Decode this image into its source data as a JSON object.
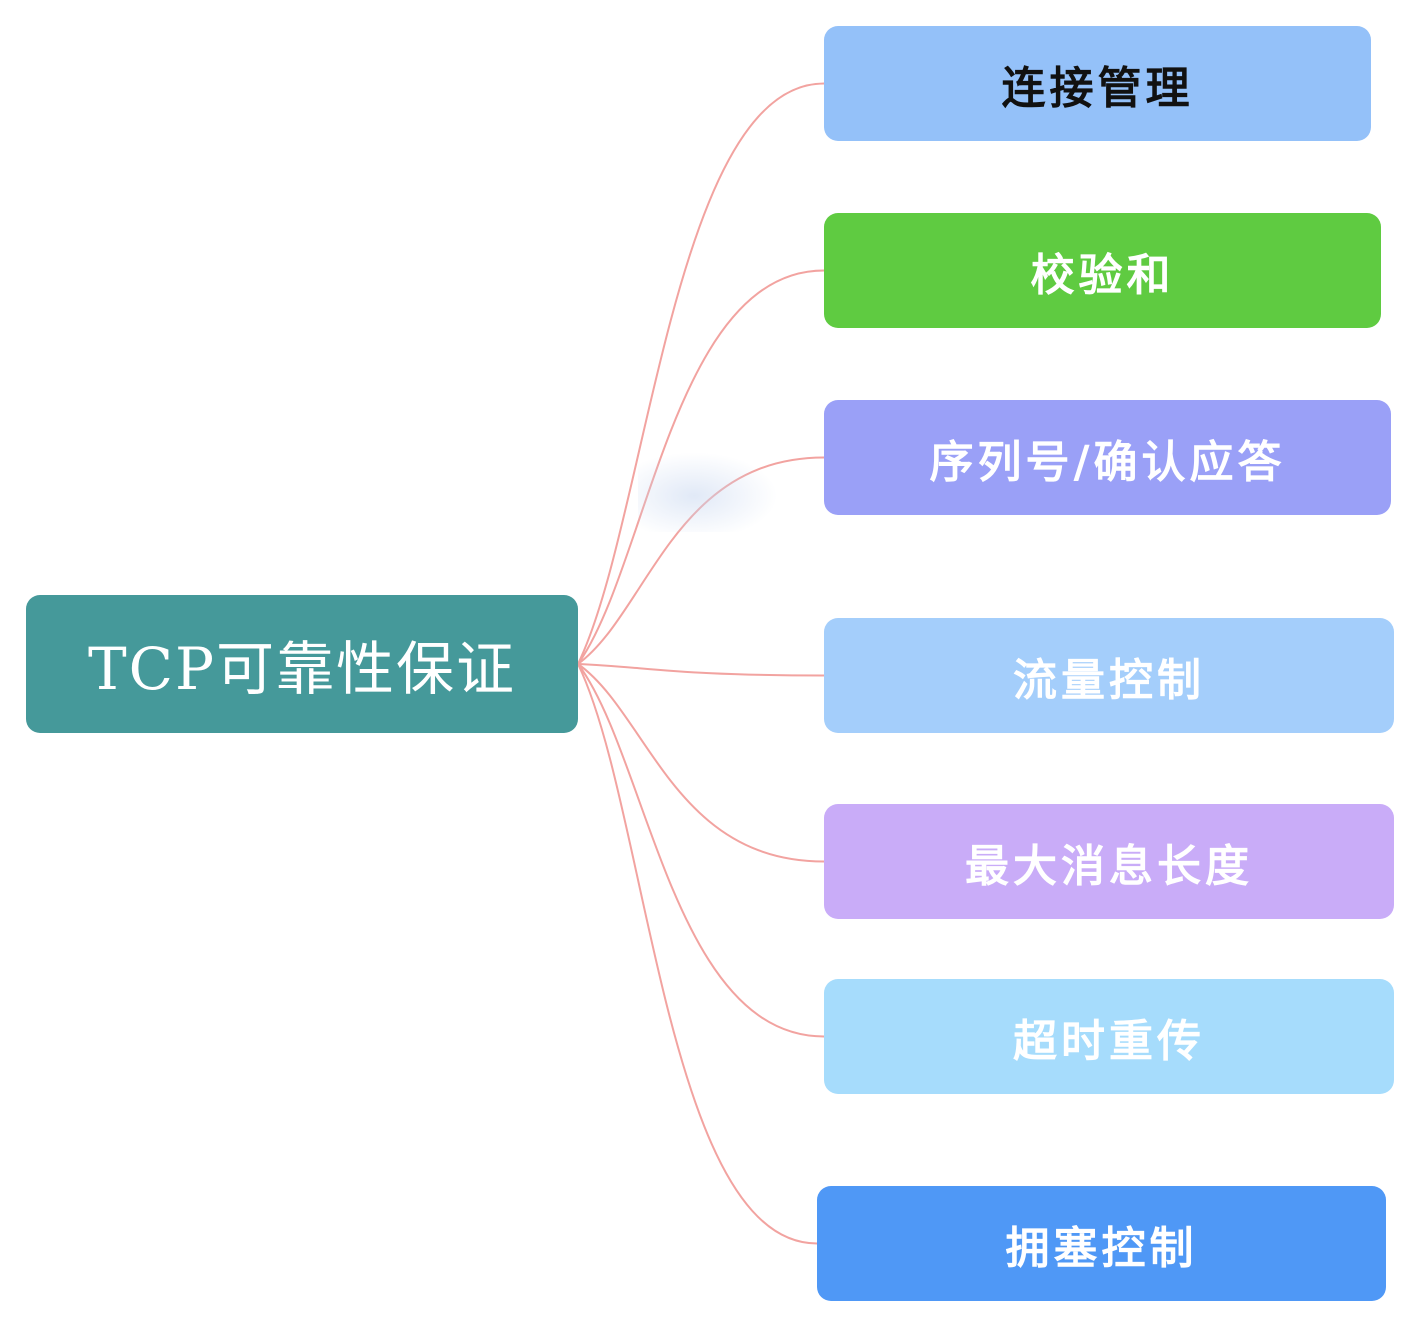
{
  "root": {
    "label": "TCP可靠性保证",
    "color": "#45999a"
  },
  "edge_color": "#f2a3a0",
  "children": [
    {
      "label": "连接管理",
      "color": "#94c1f9",
      "text_color": "#111111"
    },
    {
      "label": "校验和",
      "color": "#5fcb41",
      "text_color": "#ffffff"
    },
    {
      "label": "序列号/确认应答",
      "color": "#9aa0f7",
      "text_color": "#ffffff"
    },
    {
      "label": "流量控制",
      "color": "#a4cefb",
      "text_color": "#ffffff"
    },
    {
      "label": "最大消息长度",
      "color": "#c9acf8",
      "text_color": "#ffffff"
    },
    {
      "label": "超时重传",
      "color": "#a6dcfc",
      "text_color": "#ffffff"
    },
    {
      "label": "拥塞控制",
      "color": "#4f98f6",
      "text_color": "#ffffff"
    }
  ]
}
